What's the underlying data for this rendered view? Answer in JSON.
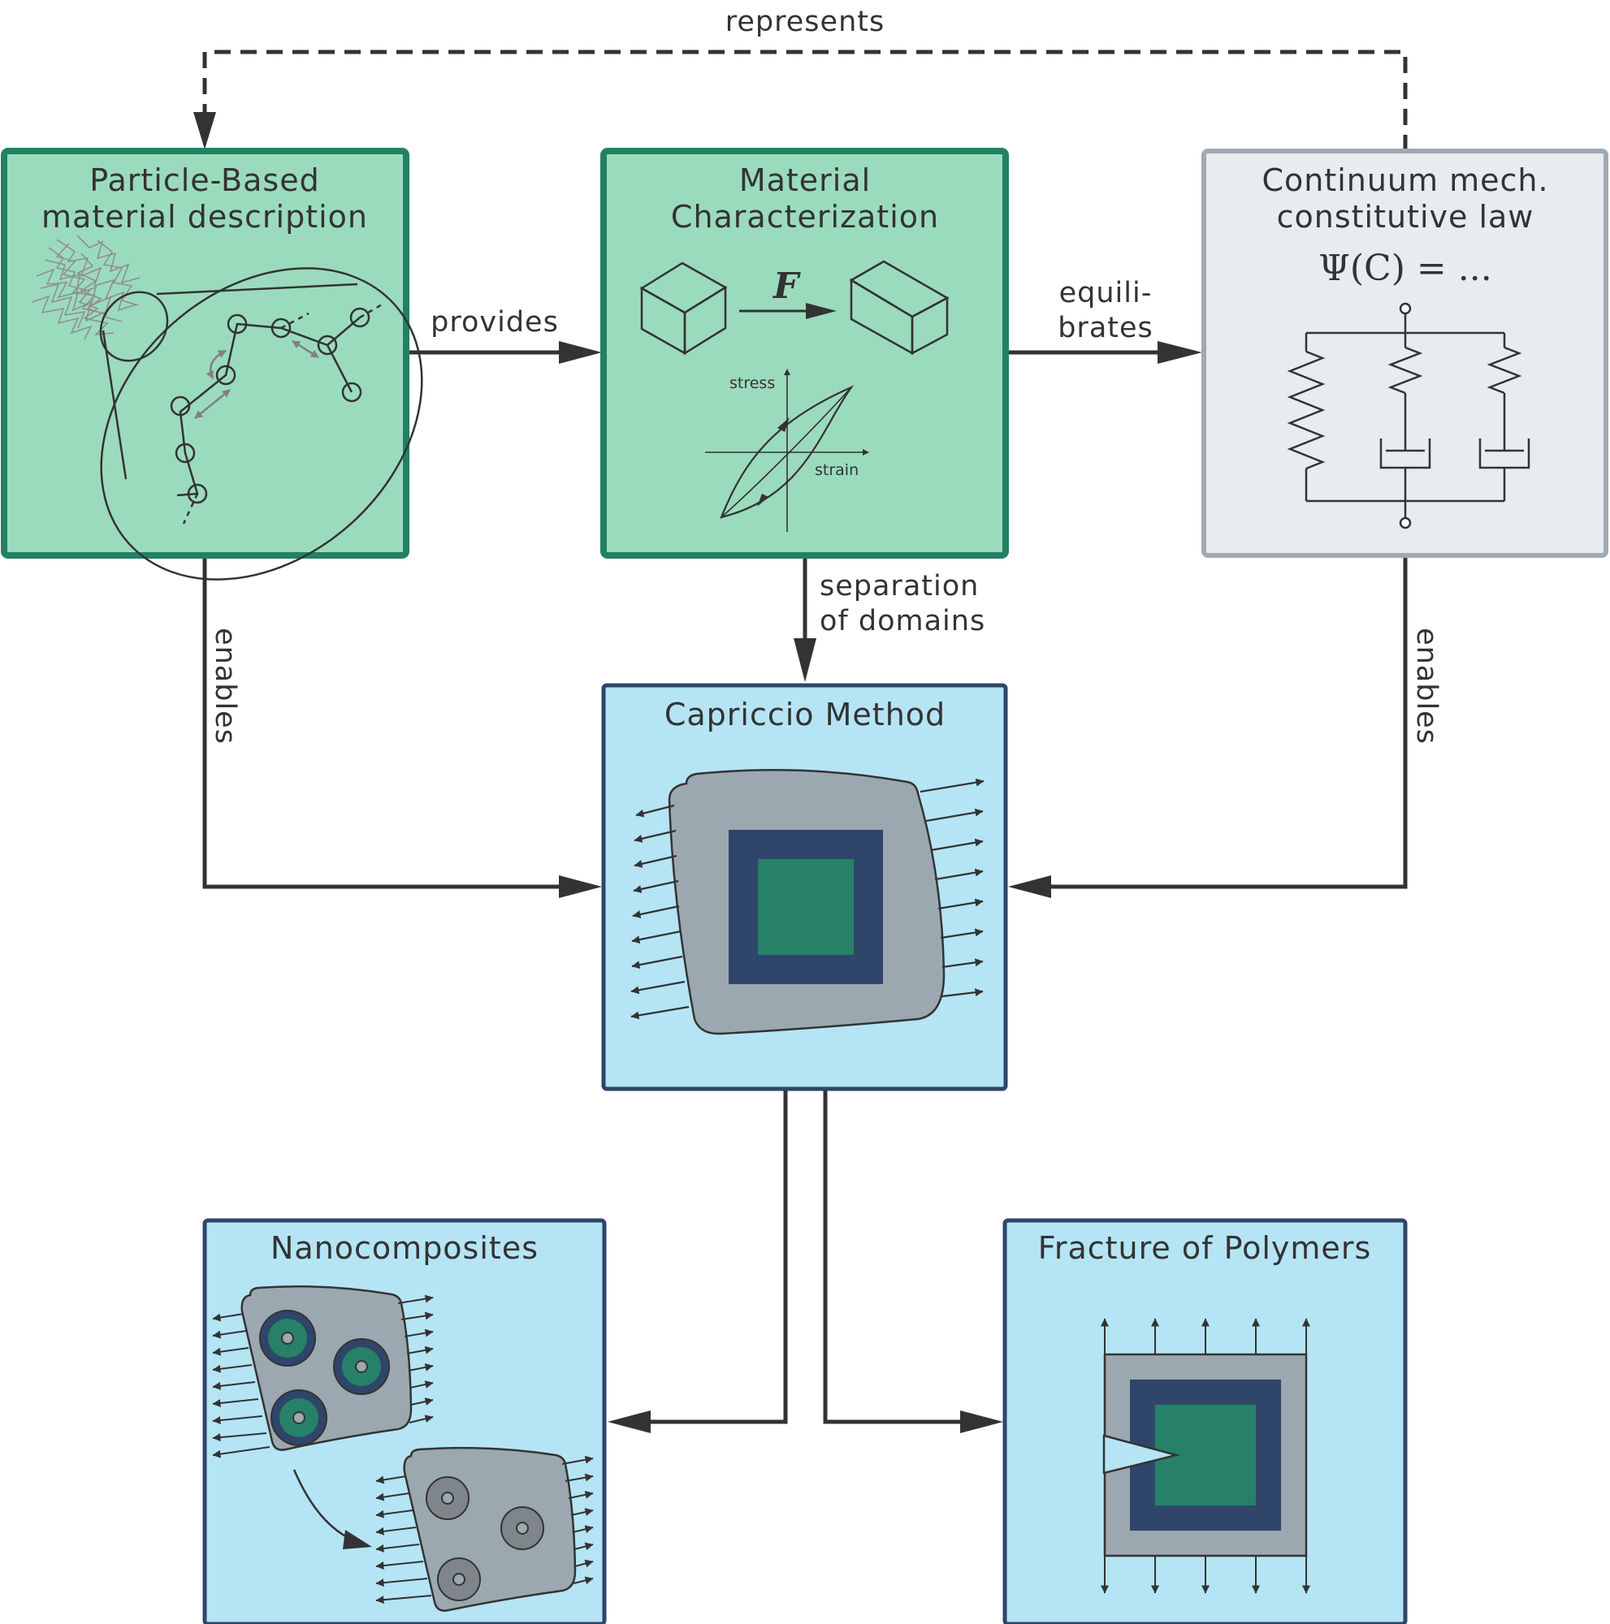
{
  "nodes": {
    "particle": {
      "line1": "Particle-Based",
      "line2": "material description"
    },
    "characterization": {
      "line1": "Material",
      "line2": "Characterization",
      "force_symbol": "F",
      "stress_label": "stress",
      "strain_label": "strain"
    },
    "continuum": {
      "line1": "Continuum mech.",
      "line2": "constitutive law",
      "formula": "Ψ(C) = ..."
    },
    "capriccio": {
      "title": "Capriccio Method"
    },
    "nanocomposites": {
      "title": "Nanocomposites"
    },
    "fracture": {
      "title": "Fracture of Polymers"
    }
  },
  "edges": {
    "represents": "represents",
    "provides": "provides",
    "equilibrates_1": "equili-",
    "equilibrates_2": "brates",
    "separation_1": "separation",
    "separation_2": "of domains",
    "enables_left": "enables",
    "enables_right": "enables"
  },
  "colors": {
    "green_fill": "#9bdbbd",
    "green_border": "#248062",
    "gray_fill": "#e8ecef",
    "gray_border": "#9eaab2",
    "blue_fill": "#b5e4f5",
    "blue_border": "#2f4569",
    "navy": "#2f4569",
    "teal": "#268168",
    "steel": "#9ca8b0",
    "line": "#333333"
  }
}
